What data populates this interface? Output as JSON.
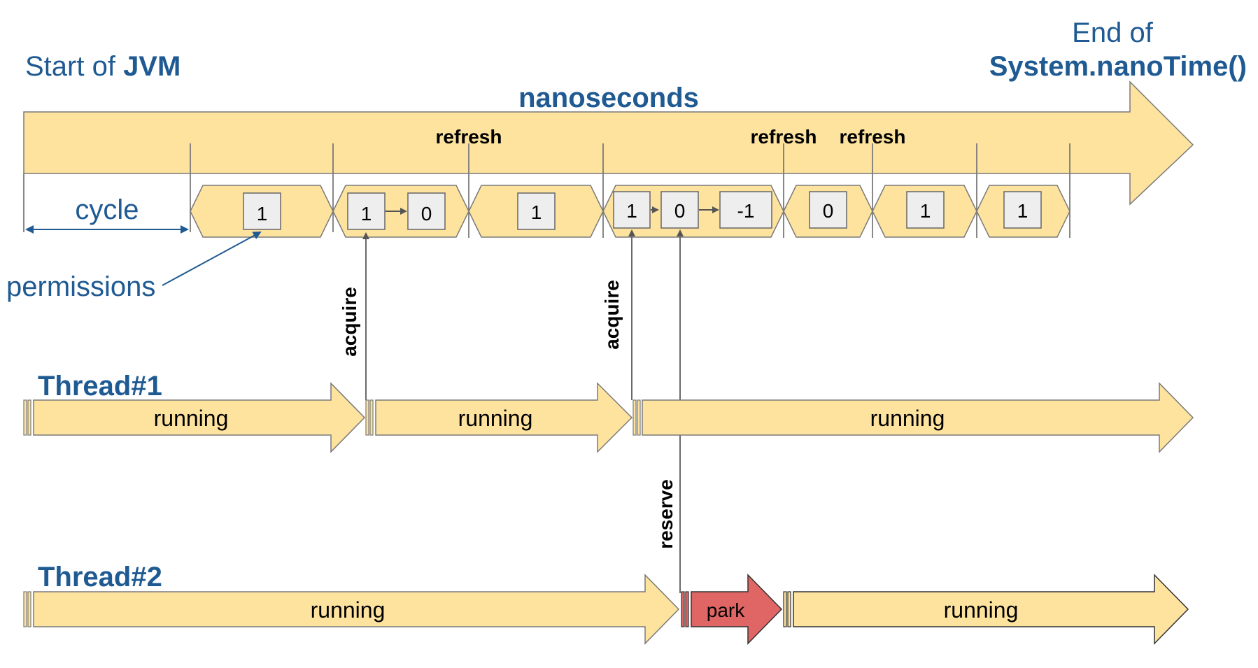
{
  "header": {
    "start_prefix": "Start of ",
    "start_bold": "JVM",
    "end_line1": "End of",
    "end_line2": "System.nanoTime()",
    "axis_label": "nanoseconds"
  },
  "refresh_labels": [
    "refresh",
    "refresh",
    "refresh"
  ],
  "cycle_label": "cycle",
  "permissions_label": "permissions",
  "cycles": [
    {
      "values": [
        "1"
      ]
    },
    {
      "values": [
        "1",
        "0"
      ]
    },
    {
      "values": [
        "1"
      ]
    },
    {
      "values": [
        "1",
        "0",
        "-1"
      ]
    },
    {
      "values": [
        "0"
      ]
    },
    {
      "values": [
        "1"
      ]
    },
    {
      "values": [
        "1"
      ]
    }
  ],
  "events": {
    "acquire_1": "acquire",
    "acquire_2": "acquire",
    "reserve": "reserve"
  },
  "threads": [
    {
      "name": "Thread#1",
      "segments": [
        {
          "label": "running",
          "state": "running"
        },
        {
          "label": "running",
          "state": "running"
        },
        {
          "label": "running",
          "state": "running"
        }
      ]
    },
    {
      "name": "Thread#2",
      "segments": [
        {
          "label": "running",
          "state": "running"
        },
        {
          "label": "park",
          "state": "park"
        },
        {
          "label": "running",
          "state": "running"
        }
      ]
    }
  ],
  "colors": {
    "fill": "#fde39e",
    "stroke": "#7a7a7a",
    "park": "#e06666",
    "title_blue": "#1f5a92",
    "box_fill": "#eeeeee"
  }
}
